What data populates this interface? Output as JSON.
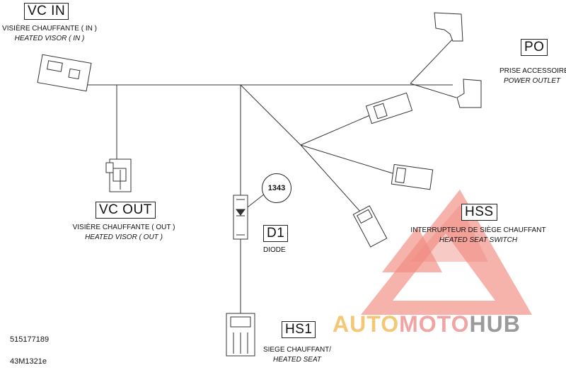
{
  "connectors": {
    "vc_in": {
      "code": "VC IN",
      "fr": "VISIÈRE CHAUFFANTE ( IN )",
      "en": "HEATED VISOR ( IN )"
    },
    "vc_out": {
      "code": "VC OUT",
      "fr": "VISIÈRE CHAUFFANTE ( OUT )",
      "en": "HEATED VISOR ( OUT )"
    },
    "po": {
      "code": "PO",
      "fr": "PRISE ACCESSOIRE",
      "en": "POWER OUTLET"
    },
    "hss": {
      "code": "HSS",
      "fr": "INTERRUPTEUR DE SIÈGE CHAUFFANT",
      "en": "HEATED SEAT SWITCH"
    },
    "d1": {
      "code": "D1",
      "fr": "DIODE"
    },
    "hs1": {
      "code": "HS1",
      "fr": "SIEGE CHAUFFANT/",
      "en": "HEATED SEAT"
    }
  },
  "callout": "1343",
  "part_number": "515177189",
  "drawing_id": "43M1321e",
  "watermark": {
    "part1": "AUTO",
    "part2": "MOTO",
    "part3": "HUB",
    "colors": {
      "auto": "#f4c774",
      "moto": "#f2a3a3",
      "hub": "#9a9a9a",
      "triangle": "#f08a80"
    }
  }
}
